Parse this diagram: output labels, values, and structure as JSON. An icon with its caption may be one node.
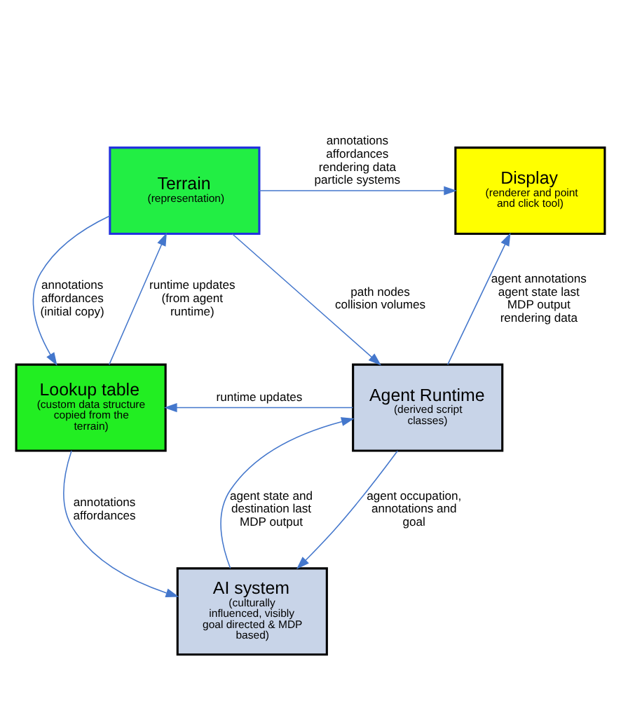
{
  "diagram": {
    "nodes": [
      {
        "text": [
          "Terrain",
          "(representation)"
        ]
      },
      {
        "text": [
          "Display",
          "(renderer and point and click tool)"
        ]
      },
      {
        "text": [
          "Lookup table",
          "(custom data structure copied from the terrain)"
        ]
      },
      {
        "text": [
          "Agent Runtime",
          "(derived script classes)"
        ]
      },
      {
        "text": [
          "AI system",
          "(culturally influenced, visibly goal directed & MDP based)"
        ]
      }
    ],
    "edges": [
      {
        "from": 0,
        "to": 1,
        "arrow": "to",
        "label": "annotations affordances rendering data particle systems"
      },
      {
        "from": 0,
        "to": 3,
        "arrow": "to",
        "label": "path nodes collision volumes"
      },
      {
        "from": 2,
        "to": 0,
        "arrow": "to",
        "label": "runtime updates (from agent runtime)"
      },
      {
        "from": 0,
        "to": 2,
        "arrow": "to",
        "label": "annotations affordances (initial copy)"
      },
      {
        "from": 3,
        "to": 1,
        "arrow": "to",
        "label": "agent annotations agent state last MDP output rendering data"
      },
      {
        "from": 3,
        "to": 2,
        "arrow": "to",
        "label": "runtime updates"
      },
      {
        "from": 2,
        "to": 4,
        "arrow": "to",
        "label": "annotations affordances"
      },
      {
        "from": 3,
        "to": 4,
        "arrow": "to",
        "label": "agent occupation, annotations and goal"
      },
      {
        "from": 4,
        "to": 3,
        "arrow": "to",
        "label": "agent state and destination last MDP output"
      }
    ]
  }
}
